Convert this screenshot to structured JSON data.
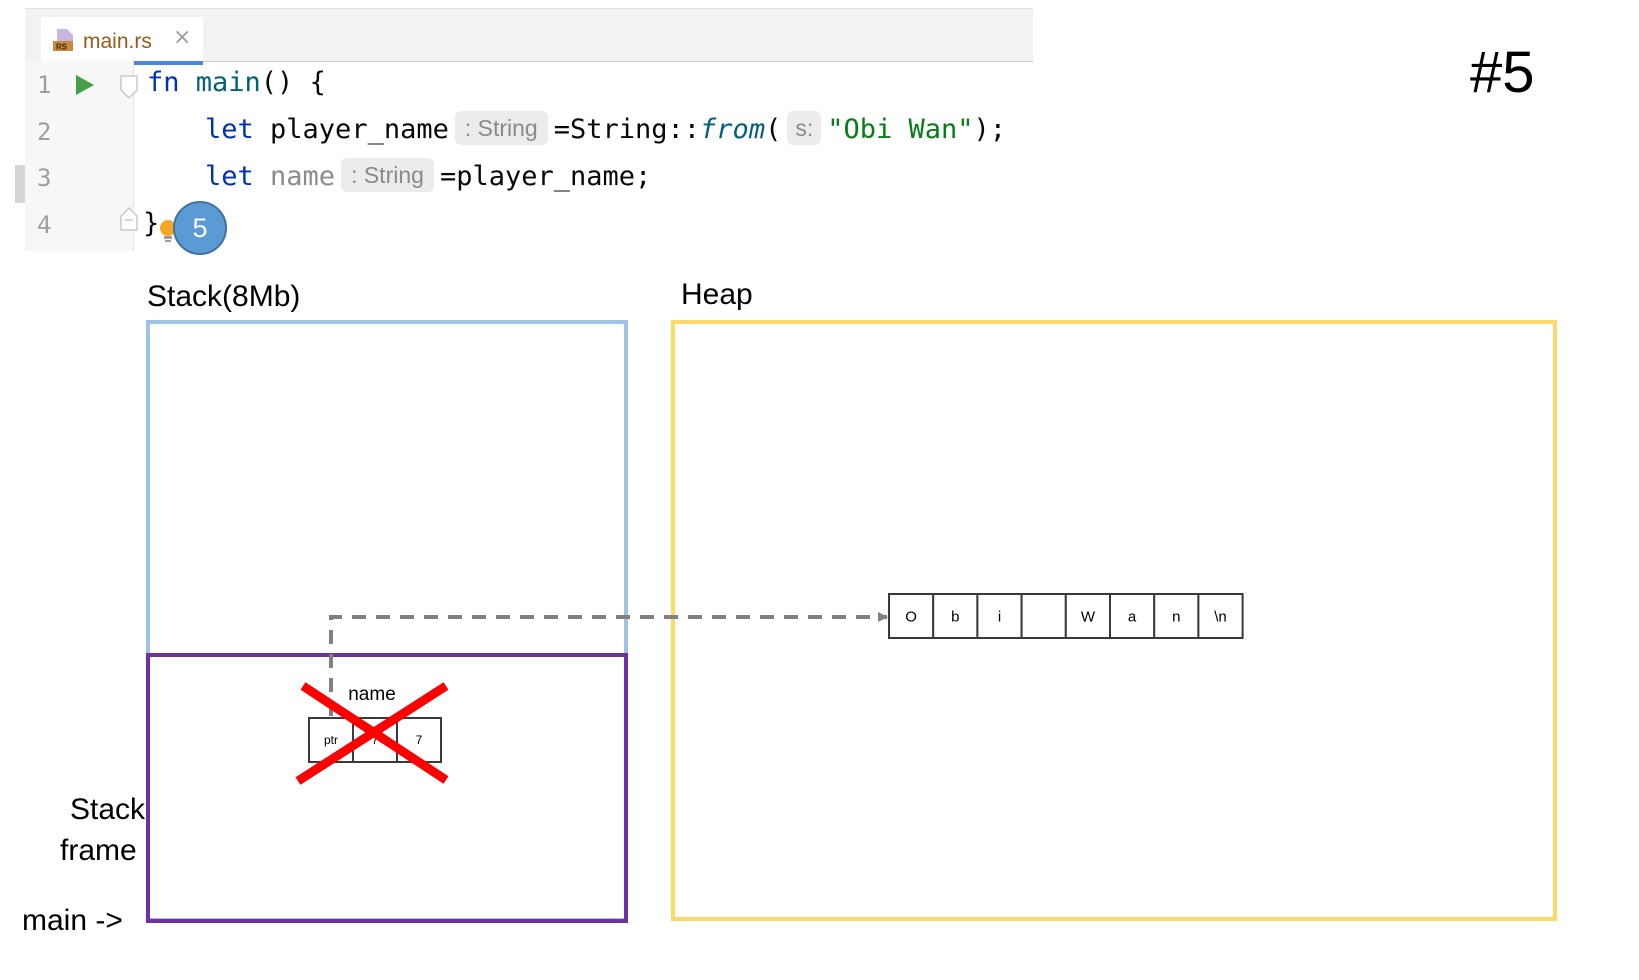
{
  "editor": {
    "tab": {
      "filename": "main.rs",
      "icon": "rust-file-icon",
      "close_glyph": "×"
    },
    "lines": [
      "1",
      "2",
      "3",
      "4"
    ],
    "code": {
      "line1": {
        "fn": "fn",
        "name": " main",
        "rest": "() {"
      },
      "line2": {
        "kw": "let",
        "var": " player_name",
        "hint": ": String",
        "op": "=String::",
        "call": "from",
        "paren": "(",
        "param_hint": "s:",
        "str": "\"Obi Wan\"",
        "end": ");"
      },
      "line3": {
        "kw": "let",
        "var": " name",
        "hint": ": String",
        "rest": "=player_name;"
      },
      "line4": {
        "text": "}"
      }
    }
  },
  "step_badge": "5",
  "slide_number": "#5",
  "diagram": {
    "stack_label": "Stack(8Mb)",
    "heap_label": "Heap",
    "frame_label_line1": "Stack",
    "frame_label_line2": "frame",
    "main_label": "main ->",
    "var_label": "name",
    "var_cells": [
      "ptr",
      "7",
      "7"
    ],
    "heap_cells": [
      "O",
      "b",
      "i",
      "",
      "W",
      "a",
      "n",
      "\\n"
    ],
    "colors": {
      "stack_border": "#9dc3e6",
      "heap_border": "#ffd966",
      "frame_border": "#7030a0",
      "pointer": "#808080",
      "cross": "#ff0000"
    }
  }
}
